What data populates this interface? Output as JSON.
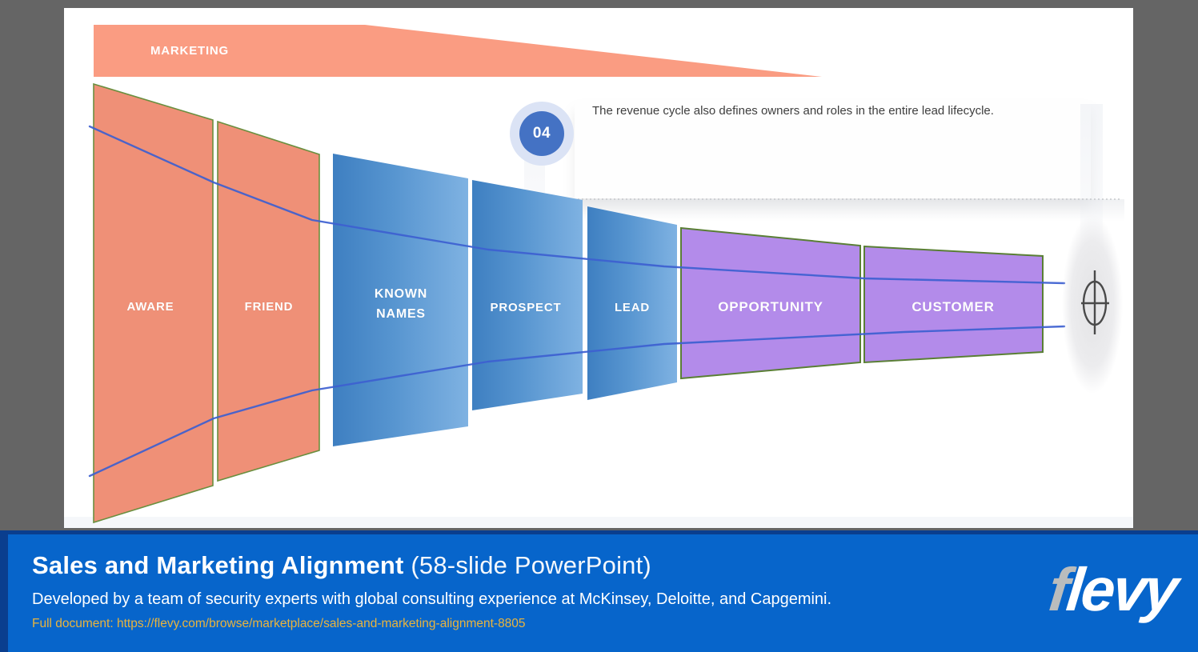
{
  "slide": {
    "banner": {
      "label": "MARKETING"
    },
    "note": {
      "badge": "04",
      "text": "The revenue cycle also defines owners and roles in the entire lead lifecycle."
    },
    "funnel": {
      "stages": [
        {
          "label": "AWARE",
          "group": "marketing"
        },
        {
          "label": "FRIEND",
          "group": "marketing"
        },
        {
          "label": "KNOWN NAMES",
          "group": "nurture"
        },
        {
          "label": "PROSPECT",
          "group": "nurture"
        },
        {
          "label": "LEAD",
          "group": "nurture"
        },
        {
          "label": "OPPORTUNITY",
          "group": "sales"
        },
        {
          "label": "CUSTOMER",
          "group": "sales"
        }
      ]
    },
    "colors": {
      "banner": "#FA9C82",
      "marketing_stage_fill": "#EF9077",
      "nurture_stage_fill": "#5B9BD5",
      "sales_stage_fill": "#B38BEA",
      "stage_border": "#5E8B3A",
      "flow_line": "#3D5FD0",
      "badge_fill": "#4472C4",
      "badge_halo": "#DBE3F5"
    }
  },
  "footer": {
    "title": "Sales and Marketing Alignment",
    "title_suffix": " (58-slide PowerPoint)",
    "subtitle": "Developed by a team of security experts with global consulting experience at McKinsey, Deloitte, and Capgemini.",
    "link_prefix": "Full document: ",
    "link_url": "https://flevy.com/browse/marketplace/sales-and-marketing-alignment-8805",
    "logo": {
      "first_letter": "f",
      "rest": "levy"
    },
    "colors": {
      "bar": "#0765CB",
      "bar_border": "#0A3E8E",
      "link": "#E9B43D"
    }
  }
}
